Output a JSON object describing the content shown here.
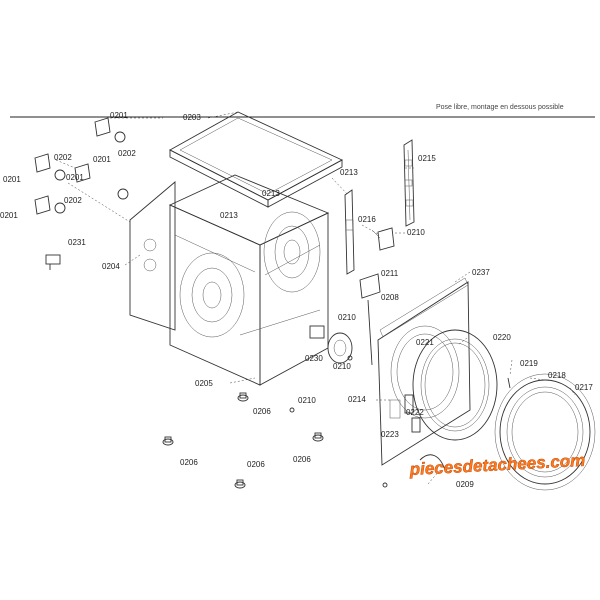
{
  "header": {
    "caption": "Pose libre, montage en dessous possible"
  },
  "labels": {
    "p0201a": "0201",
    "p0201b": "0201",
    "p0201c": "0201",
    "p0201d": "0201",
    "p0202a": "0202",
    "p0202b": "0202",
    "p0202c": "0202",
    "p0203": "0203",
    "p0204": "0204",
    "p0205": "0205",
    "p0206a": "0206",
    "p0206b": "0206",
    "p0206c": "0206",
    "p0206d": "0206",
    "p0208": "0208",
    "p0209": "0209",
    "p0210a": "0210",
    "p0210b": "0210",
    "p0210c": "0210",
    "p0210d": "0210",
    "p0211": "0211",
    "p0213a": "0213",
    "p0213b": "0213",
    "p0213c": "0213",
    "p0214": "0214",
    "p0215": "0215",
    "p0216": "0216",
    "p0217": "0217",
    "p0218": "0218",
    "p0219": "0219",
    "p0220": "0220",
    "p0221": "0221",
    "p0222": "0222",
    "p0223": "0223",
    "p0230": "0230",
    "p0231": "0231",
    "p0237": "0237"
  },
  "watermark": {
    "text": "piecesdetachees.com"
  }
}
